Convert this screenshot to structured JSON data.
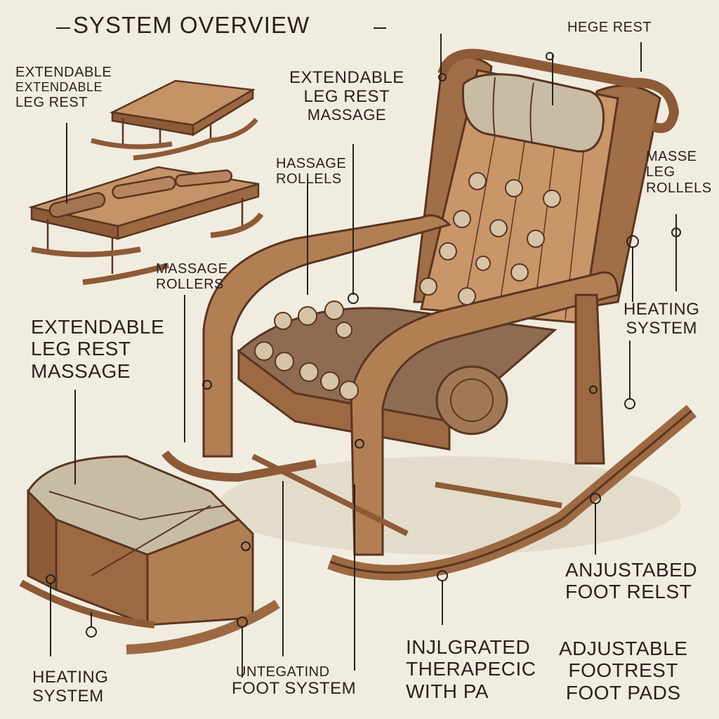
{
  "title": "SYSTEM OVERVIEW",
  "labels": {
    "top_left": [
      "EXTENDABLE",
      "EXTENDABLE",
      "LEG REST"
    ],
    "center_top": [
      "EXTENDABLE",
      "LEG REST",
      "MASSAGE"
    ],
    "hassage": [
      "HASSAGE",
      "ROLLELS"
    ],
    "massage_rollers": [
      "MASSAGE",
      "ROLLERS"
    ],
    "left_mid": [
      "EXTENDABLE",
      "LEG REST",
      "MASSAGE"
    ],
    "hege_rest": [
      "HEGE REST"
    ],
    "masse_leg": [
      "MASSE",
      "LEG",
      "ROLLELS"
    ],
    "heating_right": [
      "HEATING",
      "SYSTEM"
    ],
    "anjustabed": [
      "ANJUSTABED",
      "FOOT RELST"
    ],
    "heating_bottom": [
      "HEATING",
      "SYSTEM"
    ],
    "integatind": [
      "UNTEGATIND",
      "FOOT SYSTEM"
    ],
    "injlgrated": [
      "INJLGRATED",
      "THERAPECIC",
      "WITH PA"
    ],
    "adjustable_footrest": [
      "ADJUSTABLE",
      "FOOTREST",
      "FOOT PADS"
    ]
  },
  "colors": {
    "background": "#f1ece0",
    "wood": "#b27f55",
    "wood_dark": "#7a4a2c",
    "cushion": "#c9bca5",
    "ink": "#2a211c"
  }
}
